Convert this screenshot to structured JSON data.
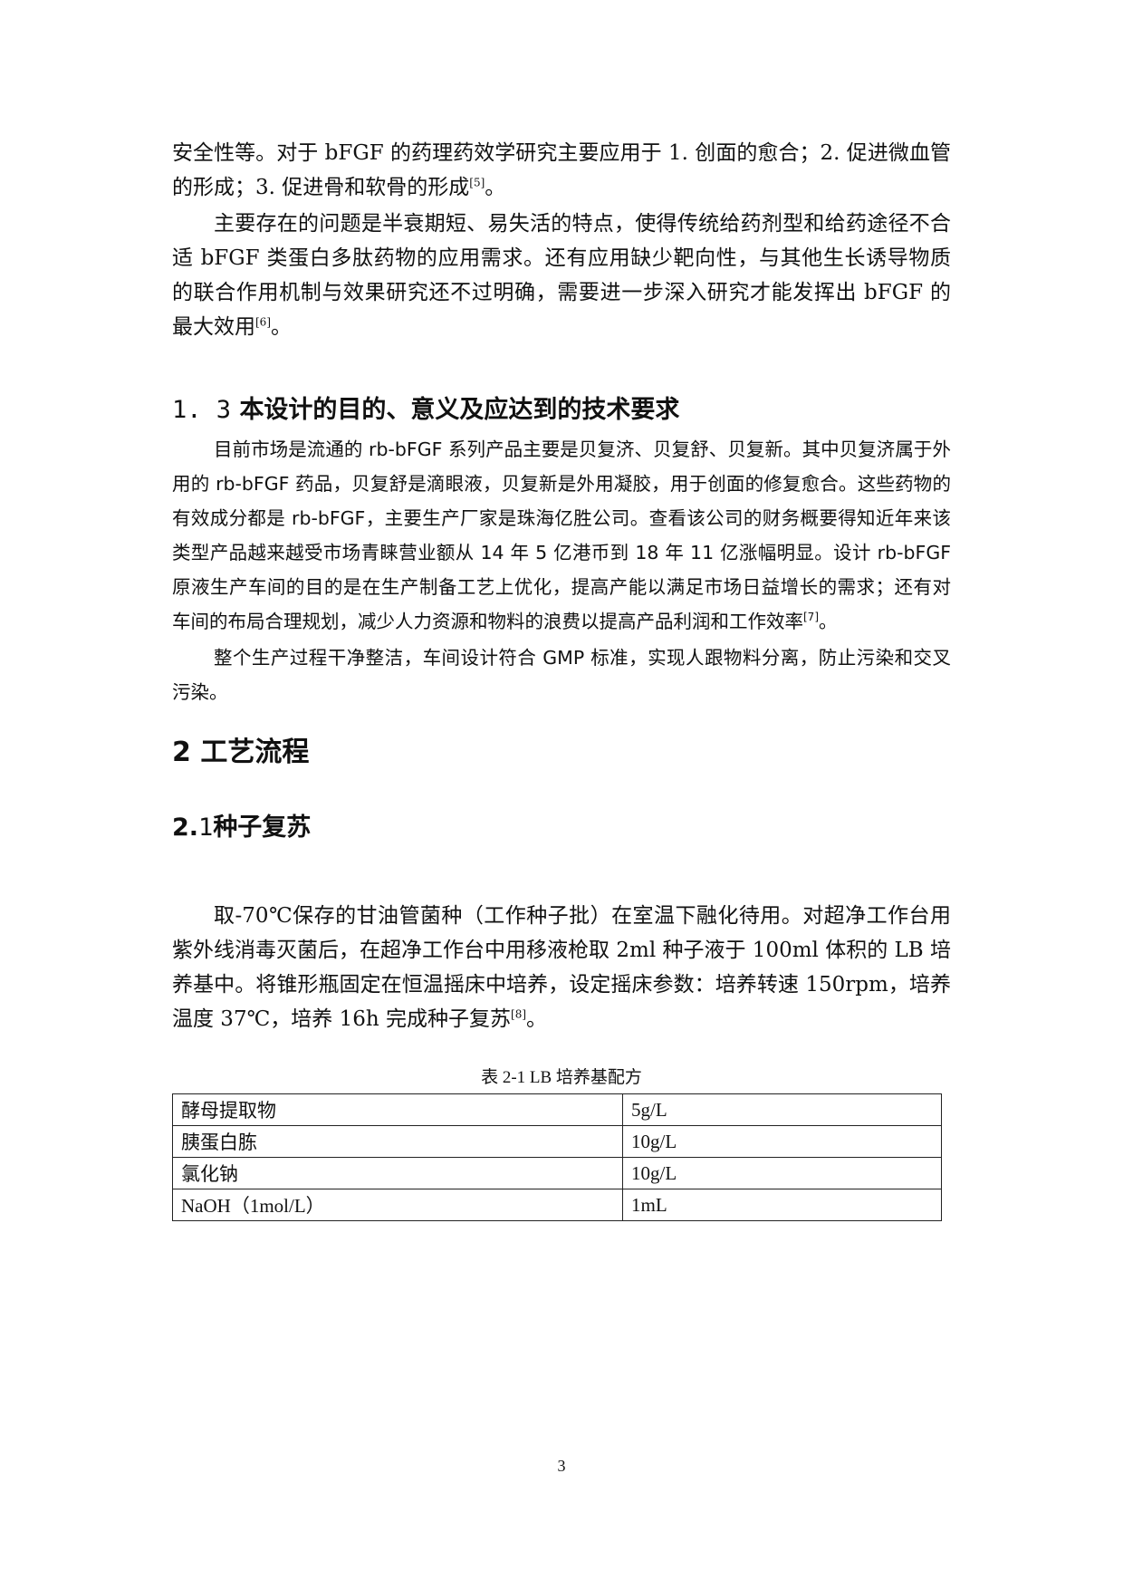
{
  "intro": {
    "p1": {
      "text": "安全性等。对于 bFGF 的药理药效学研究主要应用于 1. 创面的愈合；2. 促进微血管的形成；3. 促进骨和软骨的形成",
      "ref": "[5]",
      "end": "。"
    },
    "p2": {
      "text": "主要存在的问题是半衰期短、易失活的特点，使得传统给药剂型和给药途径不合适 bFGF 类蛋白多肽药物的应用需求。还有应用缺少靶向性，与其他生长诱导物质的联合作用机制与效果研究还不过明确，需要进一步深入研究才能发挥出 bFGF 的最大效用",
      "ref": "[6]",
      "end": "。"
    }
  },
  "section_1_3": {
    "number": "1. 3",
    "title": "本设计的目的、意义及应达到的技术要求",
    "p1": {
      "text": "目前市场是流通的 rb-bFGF 系列产品主要是贝复济、贝复舒、贝复新。其中贝复济属于外用的 rb-bFGF 药品，贝复舒是滴眼液，贝复新是外用凝胶，用于创面的修复愈合。这些药物的有效成分都是 rb-bFGF，主要生产厂家是珠海亿胜公司。查看该公司的财务概要得知近年来该类型产品越来越受市场青睐营业额从 14 年 5 亿港币到 18 年 11 亿涨幅明显。设计 rb-bFGF 原液生产车间的目的是在生产制备工艺上优化，提高产能以满足市场日益增长的需求；还有对车间的布局合理规划，减少人力资源和物料的浪费以提高产品利润和工作效率",
      "ref": "[7]",
      "end": "。"
    },
    "p2": "整个生产过程干净整洁，车间设计符合 GMP 标准，实现人跟物料分离，防止污染和交叉污染。"
  },
  "section_2": {
    "title": "2 工艺流程"
  },
  "section_2_1": {
    "number_a": "2.",
    "number_b": "1",
    "title": "种子复苏",
    "p1": {
      "text": "取-70℃保存的甘油管菌种（工作种子批）在室温下融化待用。对超净工作台用紫外线消毒灭菌后，在超净工作台中用移液枪取 2ml 种子液于 100ml 体积的 LB 培养基中。将锥形瓶固定在恒温摇床中培养，设定摇床参数：培养转速 150rpm，培养温度 37℃，培养 16h 完成种子复苏",
      "ref": "[8]",
      "end": "。"
    }
  },
  "table": {
    "caption": "表 2-1  LB 培养基配方",
    "rows": [
      [
        "酵母提取物",
        "5g/L"
      ],
      [
        "胰蛋白胨",
        "10g/L"
      ],
      [
        "氯化钠",
        "10g/L"
      ],
      [
        "NaOH（1mol/L）",
        "1mL"
      ]
    ]
  },
  "footer": {
    "page_number": "3"
  }
}
